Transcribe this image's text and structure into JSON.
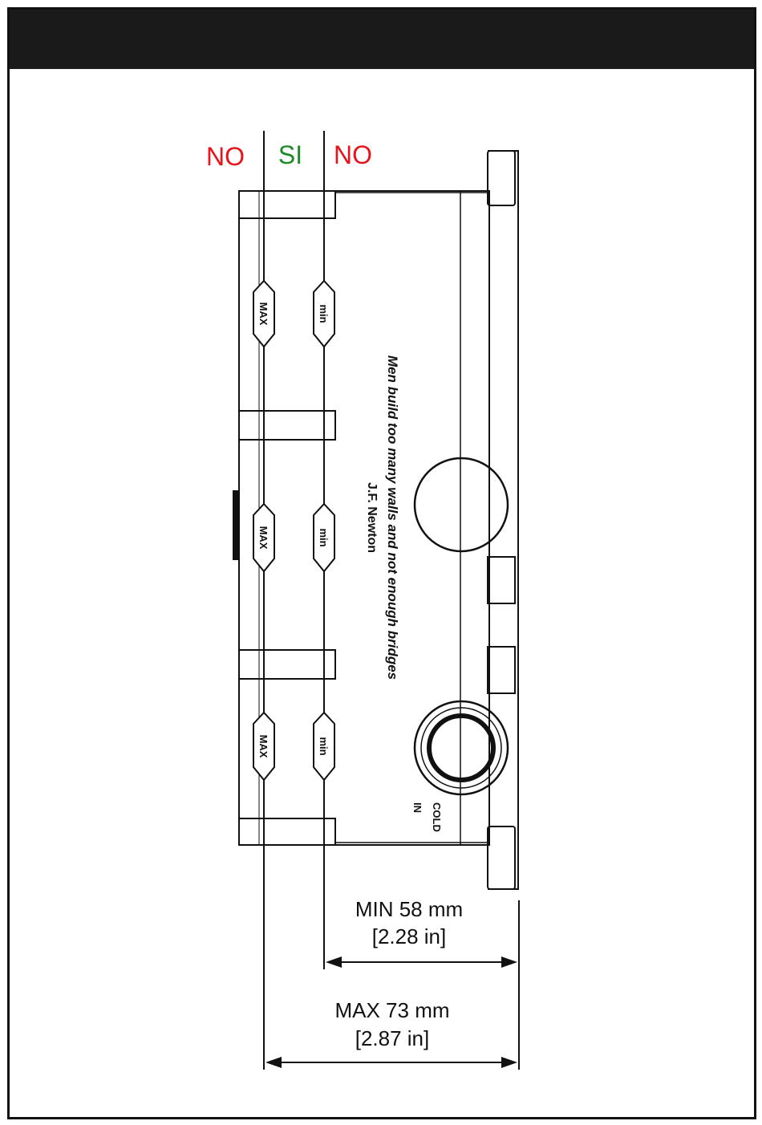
{
  "depth_labels": {
    "left_no": "NO",
    "middle_si": "SI",
    "right_no": "NO"
  },
  "valve_marks": {
    "max": "MAX",
    "min": "min"
  },
  "quote": {
    "line1": "Men build too many walls and not enough bridges",
    "line2": "J.F. Newton"
  },
  "inlet_label": {
    "line1": "COLD",
    "line2": "IN"
  },
  "dimension_min": {
    "line1": "MIN 58 mm",
    "line2": "[2.28 in]"
  },
  "dimension_max": {
    "line1": "MAX 73 mm",
    "line2": "[2.87 in]"
  },
  "colors": {
    "no": "#e8141c",
    "si": "#1f8a2a",
    "line": "#111111"
  }
}
